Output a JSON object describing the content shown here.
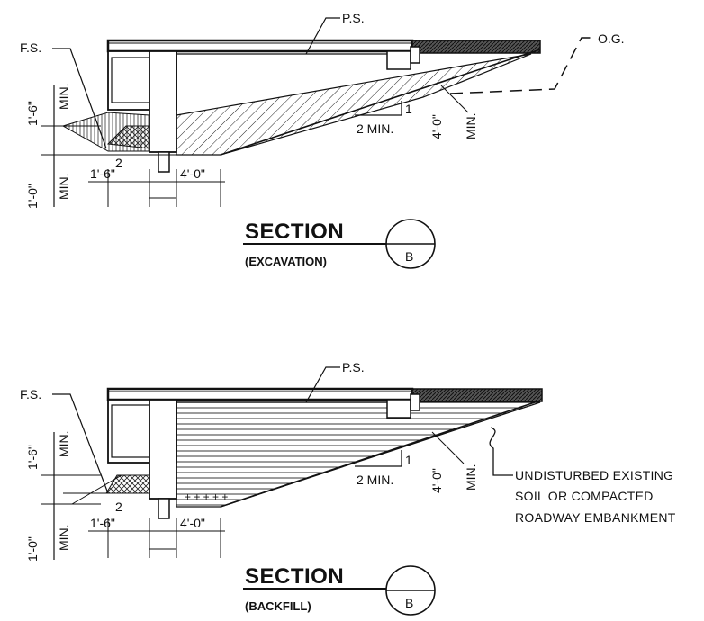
{
  "excavation": {
    "ps_label": "P.S.",
    "fs_label": "F.S.",
    "og_label": "O.G.",
    "dim_1_6_min": "1'-6\"",
    "min_a": "MIN.",
    "dim_1_0_min": "1'-0\"",
    "min_b": "MIN.",
    "dim_1_6_bottom": "1'-6\"",
    "dim_4_0_bottom": "4'-0\"",
    "dim_4_0_vertical": "4'-0\"",
    "min_c": "MIN.",
    "slope_rise": "1",
    "slope_run": "2 MIN.",
    "slope_two": "2",
    "title": "SECTION",
    "subtitle": "(EXCAVATION)",
    "badge": "B"
  },
  "backfill": {
    "ps_label": "P.S.",
    "fs_label": "F.S.",
    "dim_1_6_min": "1'-6\"",
    "min_a": "MIN.",
    "dim_1_0_min": "1'-0\"",
    "min_b": "MIN.",
    "dim_1_6_bottom": "1'-6\"",
    "dim_4_0_bottom": "4'-0\"",
    "dim_4_0_vertical": "4'-0\"",
    "min_c": "MIN.",
    "slope_rise": "1",
    "slope_run": "2 MIN.",
    "slope_two": "2",
    "note_line1": "UNDISTURBED EXISTING",
    "note_line2": "SOIL OR COMPACTED",
    "note_line3": "ROADWAY EMBANKMENT",
    "title": "SECTION",
    "subtitle": "(BACKFILL)",
    "badge": "B"
  }
}
